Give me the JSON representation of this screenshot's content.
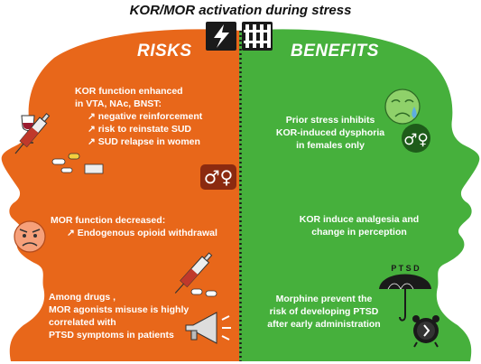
{
  "title": "KOR/MOR activation during stress",
  "risks": {
    "heading": "RISKS",
    "block1": {
      "line1": "KOR function enhanced",
      "line2": "in VTA, NAc, BNST:",
      "items": [
        "↗ negative reinforcement",
        "↗ risk to reinstate SUD",
        "↗ SUD relapse in women"
      ]
    },
    "block2": {
      "line1": "MOR function decreased:",
      "line2": "↗ Endogenous opioid withdrawal"
    },
    "block3": {
      "lines": [
        "Among drugs ,",
        "MOR agonists misuse is highly",
        "correlated with",
        "PTSD symptoms in patients"
      ]
    }
  },
  "benefits": {
    "heading": "BENEFITS",
    "block1": {
      "lines": [
        "Prior stress inhibits",
        "KOR-induced dysphoria",
        "in females only"
      ]
    },
    "block2": {
      "lines": [
        "KOR induce analgesia and",
        "change in perception"
      ]
    },
    "block3": {
      "lines": [
        "Morphine prevent the",
        "risk of developing PTSD",
        "after early administration"
      ]
    }
  },
  "umbrella_label": "P T S D",
  "colors": {
    "risks": "#e8671a",
    "benefits": "#46b03c",
    "text": "#ffffff",
    "divider": "#1a1a1a"
  }
}
